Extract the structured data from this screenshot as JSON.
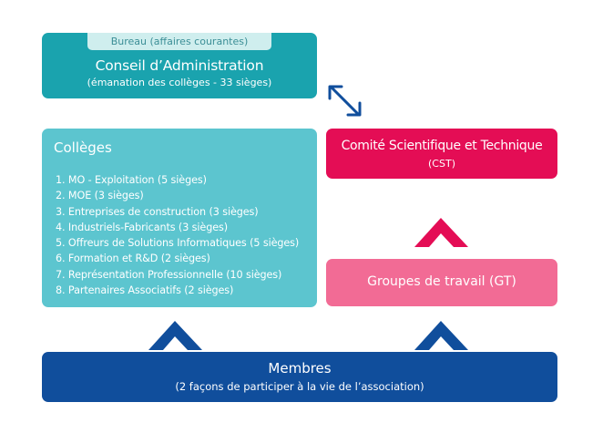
{
  "conseil": {
    "bureau": "Bureau (affaires courantes)",
    "title": "Conseil d’Administration",
    "subtitle": "(émanation des collèges - 33 sièges)"
  },
  "colleges": {
    "title": "Collèges",
    "items": [
      "1. MO - Exploitation (5 sièges)",
      "2. MOE (3 sièges)",
      "3. Entreprises de construction (3 sièges)",
      "4.  Industriels-Fabricants (3 sièges)",
      "5. Offreurs de Solutions Informatiques (5 sièges)",
      "6. Formation et R&D (2 sièges)",
      "7. Représentation Professionnelle (10 sièges)",
      "8. Partenaires Associatifs (2 sièges)"
    ]
  },
  "cst": {
    "title": "Comité Scientifique et Technique",
    "subtitle": "(CST)"
  },
  "gt": {
    "title": "Groupes de travail (GT)"
  },
  "membres": {
    "title": "Membres",
    "subtitle": "(2 façons de participer à la vie de l’association)"
  },
  "colors": {
    "conseil": "#1aa3ae",
    "bureau": "#cfeeee",
    "colleges": "#5cc5cf",
    "cst": "#e40d55",
    "gt": "#f26b95",
    "membres": "#104e9c",
    "arrow_blue": "#104e9c",
    "arrow_pink": "#e40d55"
  }
}
